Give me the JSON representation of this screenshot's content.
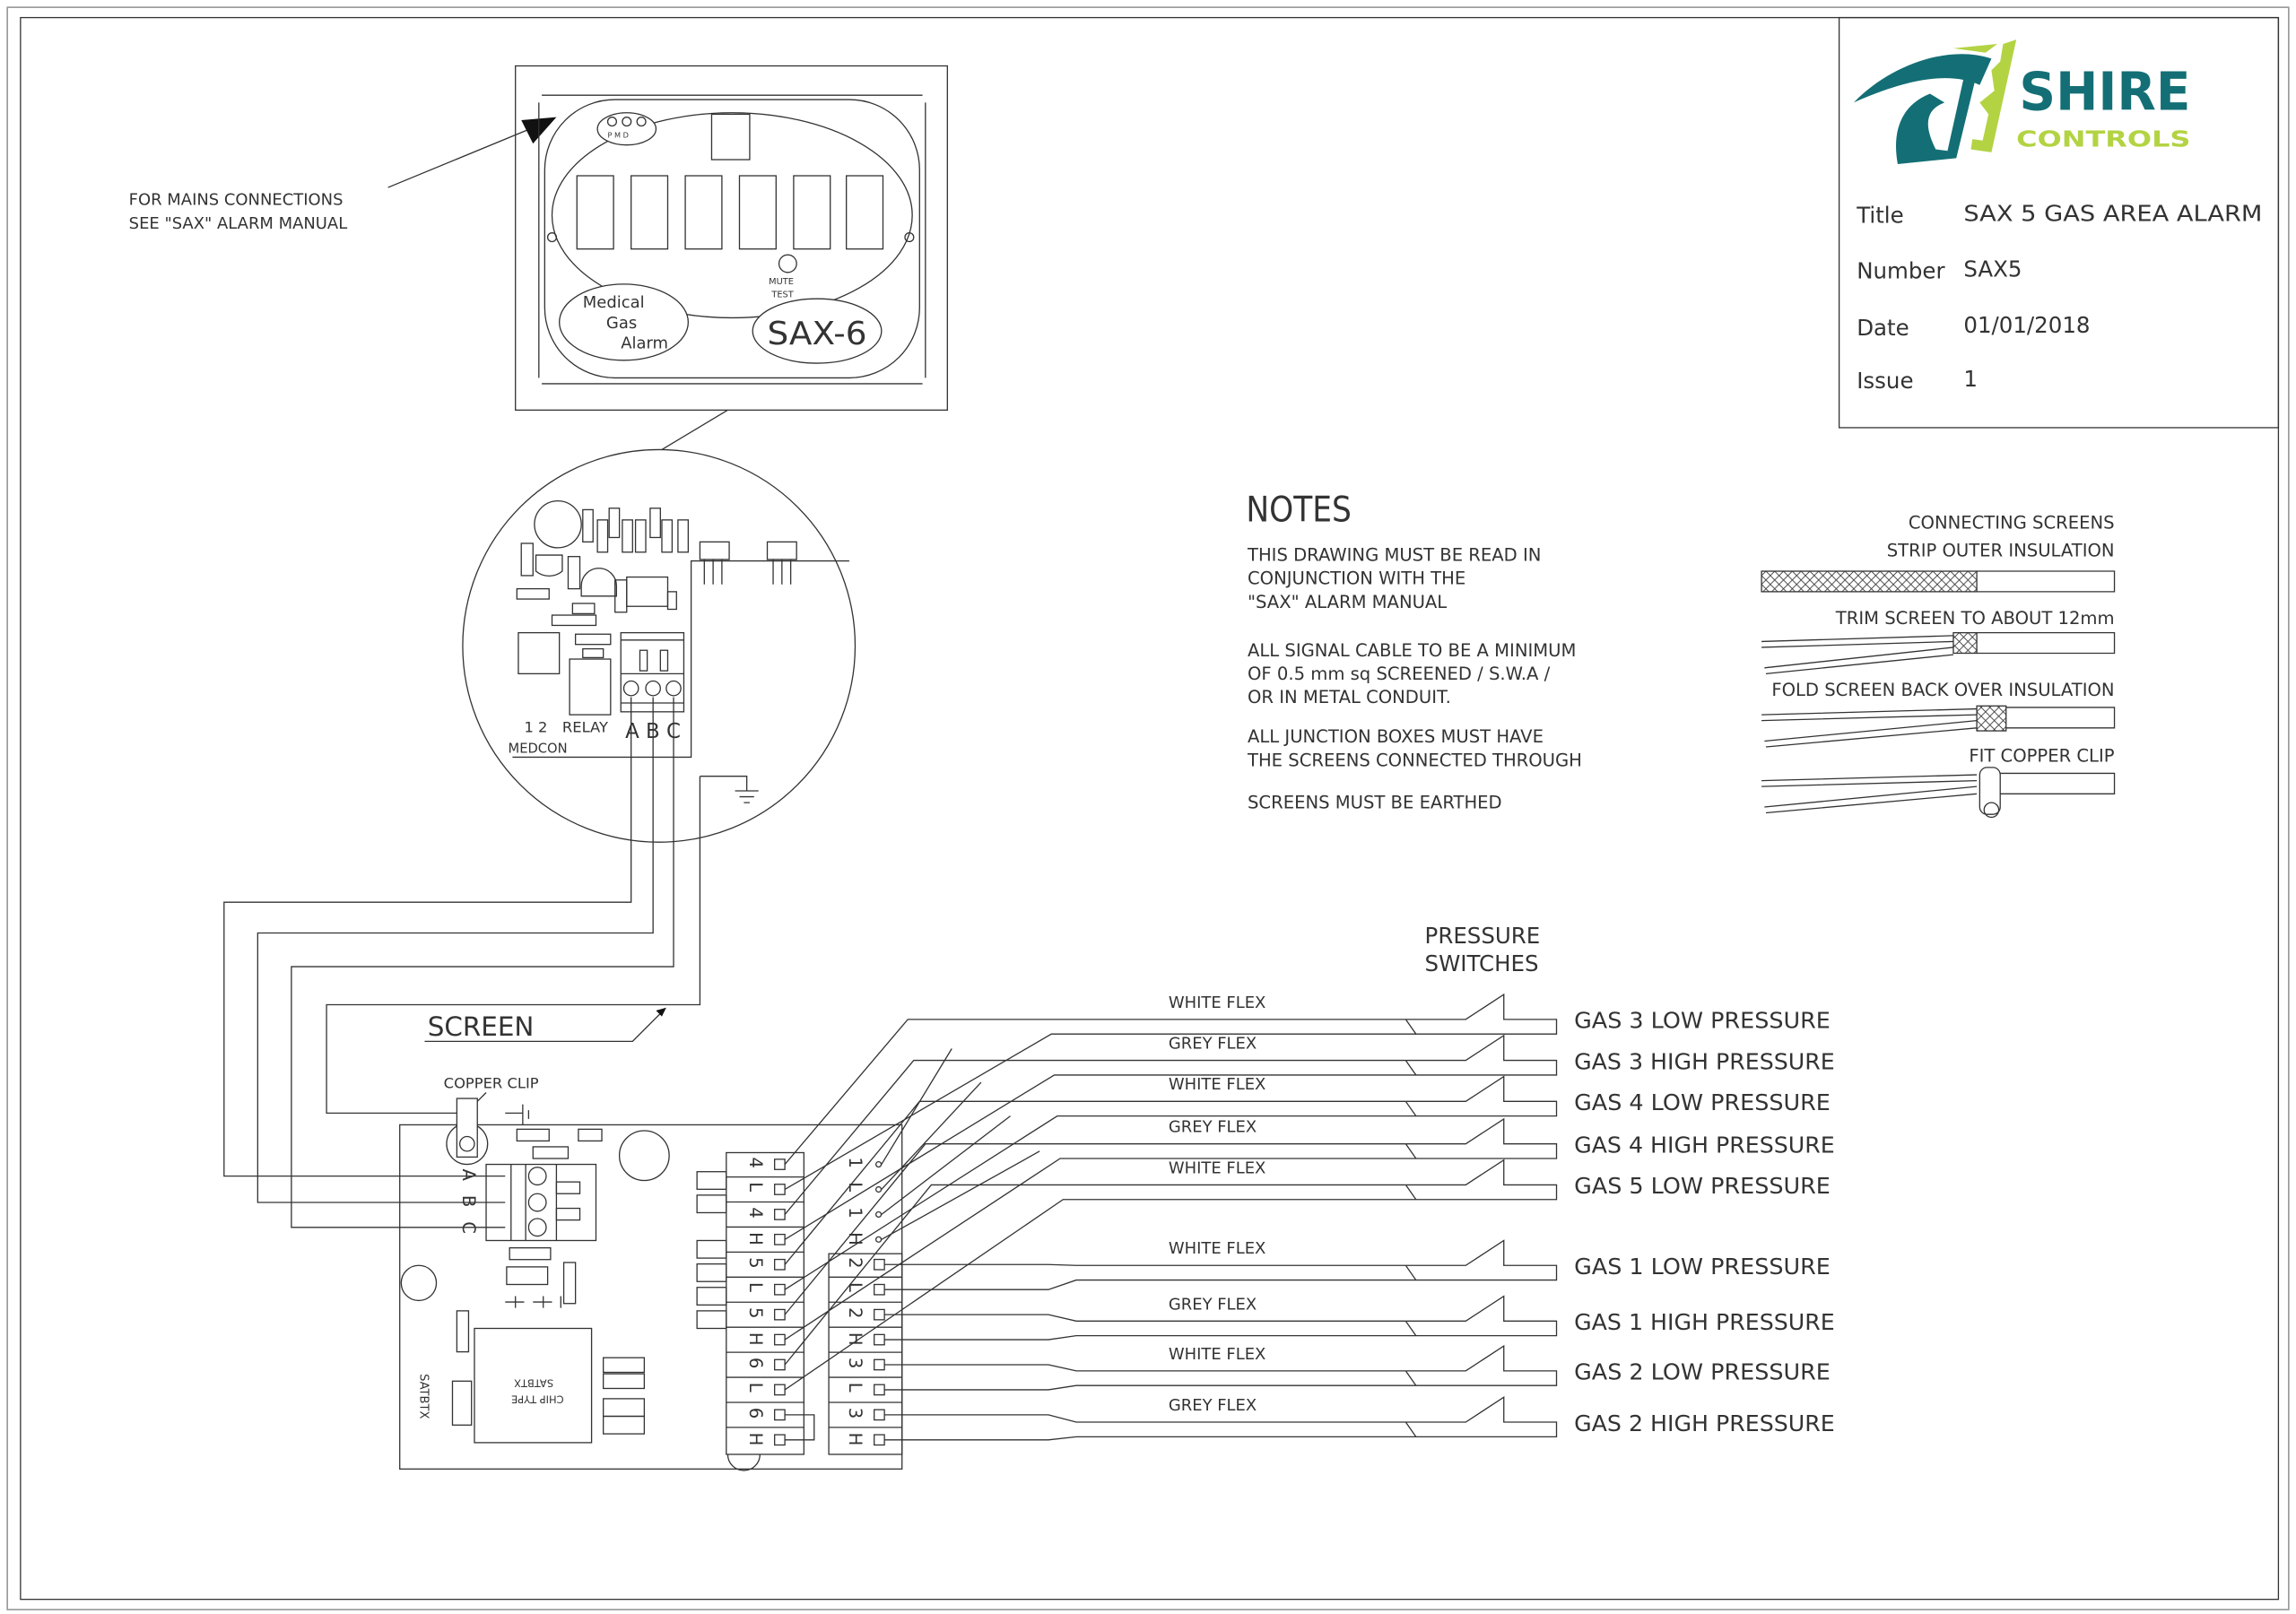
{
  "title_block": {
    "logo": {
      "name": "SHIRE",
      "sub": "CONTROLS",
      "colors": {
        "teal": "#136f75",
        "lime": "#b3d343"
      }
    },
    "rows": [
      {
        "label": "Title",
        "value": "SAX 5 GAS AREA ALARM"
      },
      {
        "label": "Number",
        "value": "SAX5"
      },
      {
        "label": "Date",
        "value": "01/01/2018"
      },
      {
        "label": "Issue",
        "value": "1"
      }
    ]
  },
  "mains_note": {
    "line1": "FOR MAINS CONNECTIONS",
    "line2": "SEE \"SAX\" ALARM MANUAL"
  },
  "faceplate": {
    "leds": "P M D",
    "mute": "MUTE",
    "test": "TEST",
    "brand1": "Medical",
    "brand2": "Gas",
    "brand3": "Alarm",
    "model": "SAX-6"
  },
  "relay_board": {
    "medcon_nums": "1  2",
    "medcon": "MEDCON",
    "relay": "RELAY",
    "terminals": "A B C"
  },
  "notes": {
    "heading": "NOTES",
    "lines": [
      "THIS DRAWING MUST BE READ IN",
      "CONJUNCTION WITH THE",
      "\"SAX\" ALARM MANUAL",
      "ALL SIGNAL CABLE TO BE A MINIMUM",
      "OF 0.5 mm sq SCREENED / S.W.A /",
      "OR IN METAL CONDUIT.",
      "ALL JUNCTION BOXES MUST HAVE",
      "THE SCREENS CONNECTED THROUGH",
      "SCREENS MUST BE EARTHED"
    ]
  },
  "screens": {
    "heading1": "CONNECTING SCREENS",
    "step1": "STRIP OUTER INSULATION",
    "step2": "TRIM SCREEN TO ABOUT 12mm",
    "step3": "FOLD SCREEN BACK OVER INSULATION",
    "step4": "FIT COPPER CLIP"
  },
  "pressure_switches": {
    "heading1": "PRESSURE",
    "heading2": "SWITCHES",
    "rows": [
      {
        "wire": "WHITE FLEX",
        "label": "GAS 3 LOW PRESSURE"
      },
      {
        "wire": "GREY FLEX",
        "label": "GAS 3 HIGH PRESSURE"
      },
      {
        "wire": "WHITE FLEX",
        "label": "GAS 4 LOW PRESSURE"
      },
      {
        "wire": "GREY FLEX",
        "label": "GAS 4 HIGH PRESSURE"
      },
      {
        "wire": "WHITE FLEX",
        "label": "GAS 5 LOW PRESSURE"
      },
      {
        "wire": "WHITE FLEX",
        "label": "GAS 1 LOW PRESSURE"
      },
      {
        "wire": "GREY FLEX",
        "label": "GAS 1 HIGH PRESSURE"
      },
      {
        "wire": "WHITE FLEX",
        "label": "GAS 2 LOW PRESSURE"
      },
      {
        "wire": "GREY FLEX",
        "label": "GAS 2 HIGH PRESSURE"
      }
    ]
  },
  "sensor_board": {
    "screen_label": "SCREEN",
    "copper_clip": "COPPER CLIP",
    "abc": [
      "A",
      "B",
      "C"
    ],
    "chip1": "CHIP TYPE",
    "chip2": "SATBTX",
    "satbtx": "SATBTX",
    "block1": [
      "4",
      "L",
      "4",
      "H",
      "5",
      "L",
      "5",
      "H",
      "6",
      "L",
      "6",
      "H"
    ],
    "block2": [
      "1",
      "L",
      "1",
      "H",
      "2",
      "L",
      "2",
      "H",
      "3",
      "L",
      "3",
      "H"
    ]
  }
}
